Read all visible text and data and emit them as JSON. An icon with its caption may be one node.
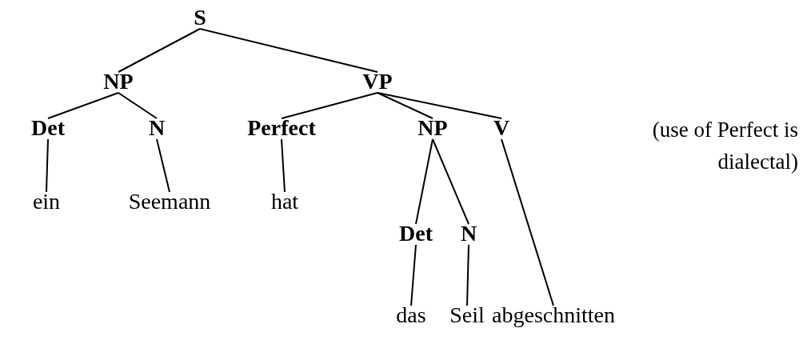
{
  "diagram": {
    "nodes": [
      {
        "text": [
          "S"
        ]
      },
      {
        "text": [
          "NP"
        ]
      },
      {
        "text": [
          "VP"
        ]
      },
      {
        "text": [
          "Det"
        ]
      },
      {
        "text": [
          "N"
        ]
      },
      {
        "text": [
          "Perfect"
        ]
      },
      {
        "text": [
          "NP"
        ]
      },
      {
        "text": [
          "V"
        ]
      },
      {
        "text": [
          "ein"
        ]
      },
      {
        "text": [
          "Seemann"
        ]
      },
      {
        "text": [
          "hat"
        ]
      },
      {
        "text": [
          "Det"
        ]
      },
      {
        "text": [
          "N"
        ]
      },
      {
        "text": [
          "das"
        ]
      },
      {
        "text": [
          "Seil"
        ]
      },
      {
        "text": [
          "abgeschnitten"
        ]
      }
    ],
    "edges": [
      {
        "from": 0,
        "to": 1,
        "arrow": "none"
      },
      {
        "from": 0,
        "to": 2,
        "arrow": "none"
      },
      {
        "from": 1,
        "to": 3,
        "arrow": "none"
      },
      {
        "from": 1,
        "to": 4,
        "arrow": "none"
      },
      {
        "from": 2,
        "to": 5,
        "arrow": "none"
      },
      {
        "from": 2,
        "to": 6,
        "arrow": "none"
      },
      {
        "from": 2,
        "to": 7,
        "arrow": "none"
      },
      {
        "from": 3,
        "to": 8,
        "arrow": "none"
      },
      {
        "from": 4,
        "to": 9,
        "arrow": "none"
      },
      {
        "from": 5,
        "to": 10,
        "arrow": "none"
      },
      {
        "from": 6,
        "to": 11,
        "arrow": "none"
      },
      {
        "from": 6,
        "to": 12,
        "arrow": "none"
      },
      {
        "from": 7,
        "to": 15,
        "arrow": "none"
      },
      {
        "from": 11,
        "to": 13,
        "arrow": "none"
      },
      {
        "from": 12,
        "to": 14,
        "arrow": "none"
      }
    ],
    "labels": [
      "(use of Perfect is dialectal)"
    ]
  }
}
